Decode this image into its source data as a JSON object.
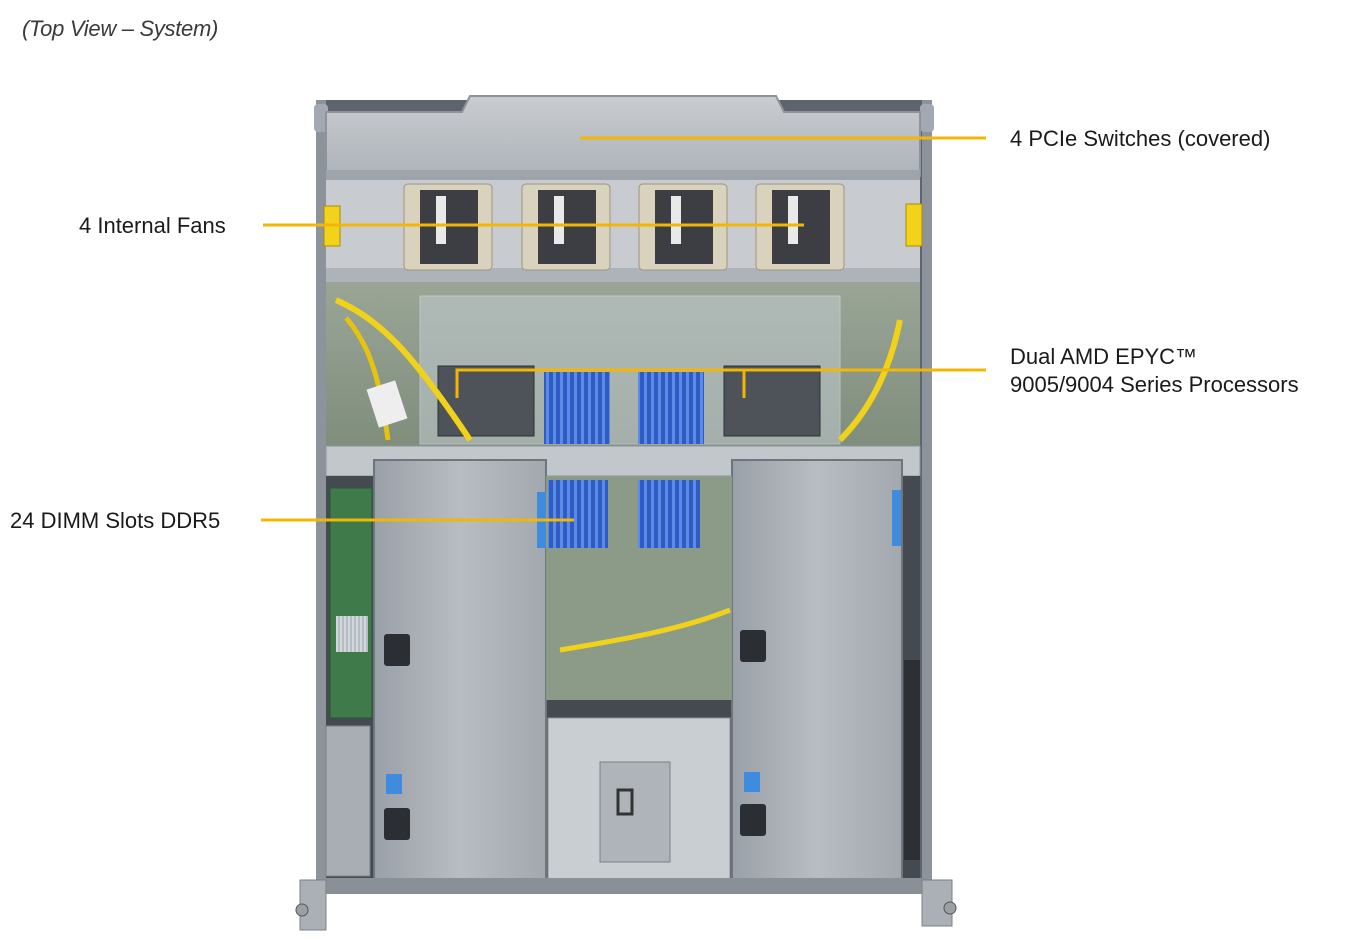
{
  "caption": "(Top View – System)",
  "callouts": {
    "pcie_switches": "4 PCIe Switches (covered)",
    "internal_fans": "4 Internal Fans",
    "processors_line1": "Dual AMD EPYC™",
    "processors_line2": "9005/9004 Series Processors",
    "dimm_slots": "24 DIMM Slots DDR5"
  },
  "colors": {
    "callout_line": "#f2b705",
    "chassis": "#b9bec4",
    "chassis_dark": "#6f757c",
    "fan_body": "#3c3e44",
    "fan_frame": "#d9d3bd",
    "dimm": "#3f6fd0",
    "board": "#8a9b86",
    "cable_yellow": "#f0d21a",
    "blue_tab": "#3f8be0"
  },
  "icons": {
    "warning_label": "warning-sticker-icon"
  }
}
